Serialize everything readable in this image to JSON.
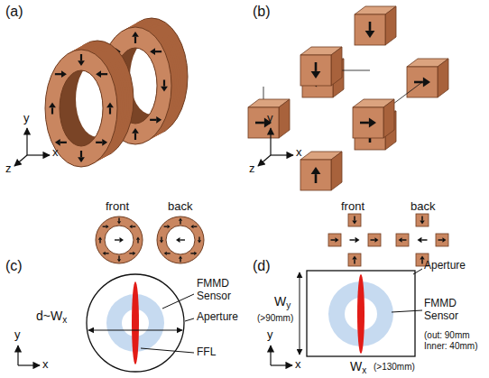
{
  "diagram": {
    "labels": [
      "(a)",
      "(b)",
      "y",
      "z",
      "x",
      "y",
      "z",
      "x",
      "front",
      "back",
      "front",
      "back",
      "(c)",
      "(d)",
      "FMMD Sensor",
      "Aperture",
      "FFL",
      "d~W",
      "x",
      "y",
      "x",
      "Aperture",
      "W",
      "y",
      "(>90mm)",
      "W",
      "x",
      "(>130mm)",
      "FMMD Sensor",
      "(out: 90mm Inner: 40mm)",
      "y",
      "x"
    ]
  }
}
